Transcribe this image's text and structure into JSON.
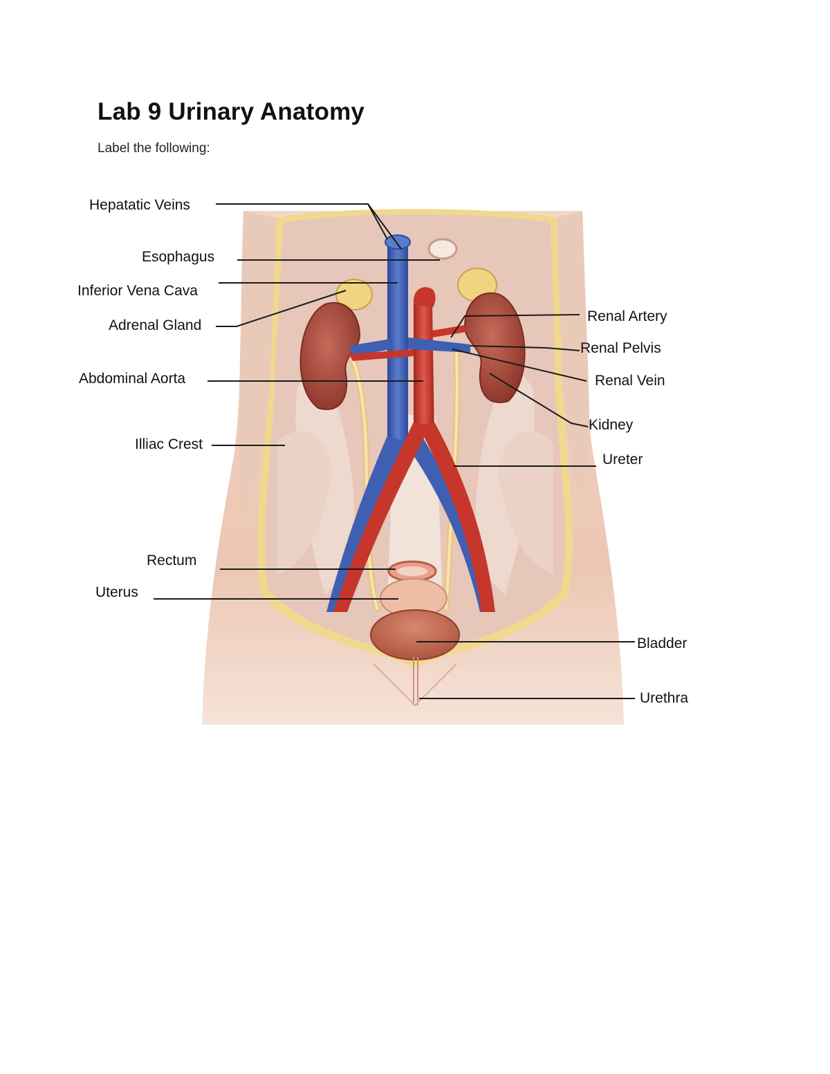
{
  "page": {
    "title": "Lab 9 Urinary Anatomy",
    "instruction": "Label the following:"
  },
  "labels": {
    "hepatic_veins": "Hepatatic Veins",
    "esophagus": "Esophagus",
    "inferior_vena_cava": "Inferior Vena Cava",
    "adrenal_gland": "Adrenal Gland",
    "abdominal_aorta": "Abdominal Aorta",
    "iliac_crest": "Illiac Crest",
    "rectum": "Rectum",
    "uterus": "Uterus",
    "renal_artery": "Renal Artery",
    "renal_pelvis": "Renal Pelvis",
    "renal_vein": "Renal Vein",
    "kidney": "Kidney",
    "ureter": "Ureter",
    "bladder": "Bladder",
    "urethra": "Urethra"
  },
  "colors": {
    "skin": "#edc8b3",
    "cavity": "#e7c6b6",
    "muscle": "#e9cfc3",
    "fat": "#f1dc95",
    "vein": "#3f5fb2",
    "artery": "#c6362a",
    "kidney": "#a3463a",
    "ureter": "#f0d598",
    "leader_line": "#1a1a1a"
  }
}
